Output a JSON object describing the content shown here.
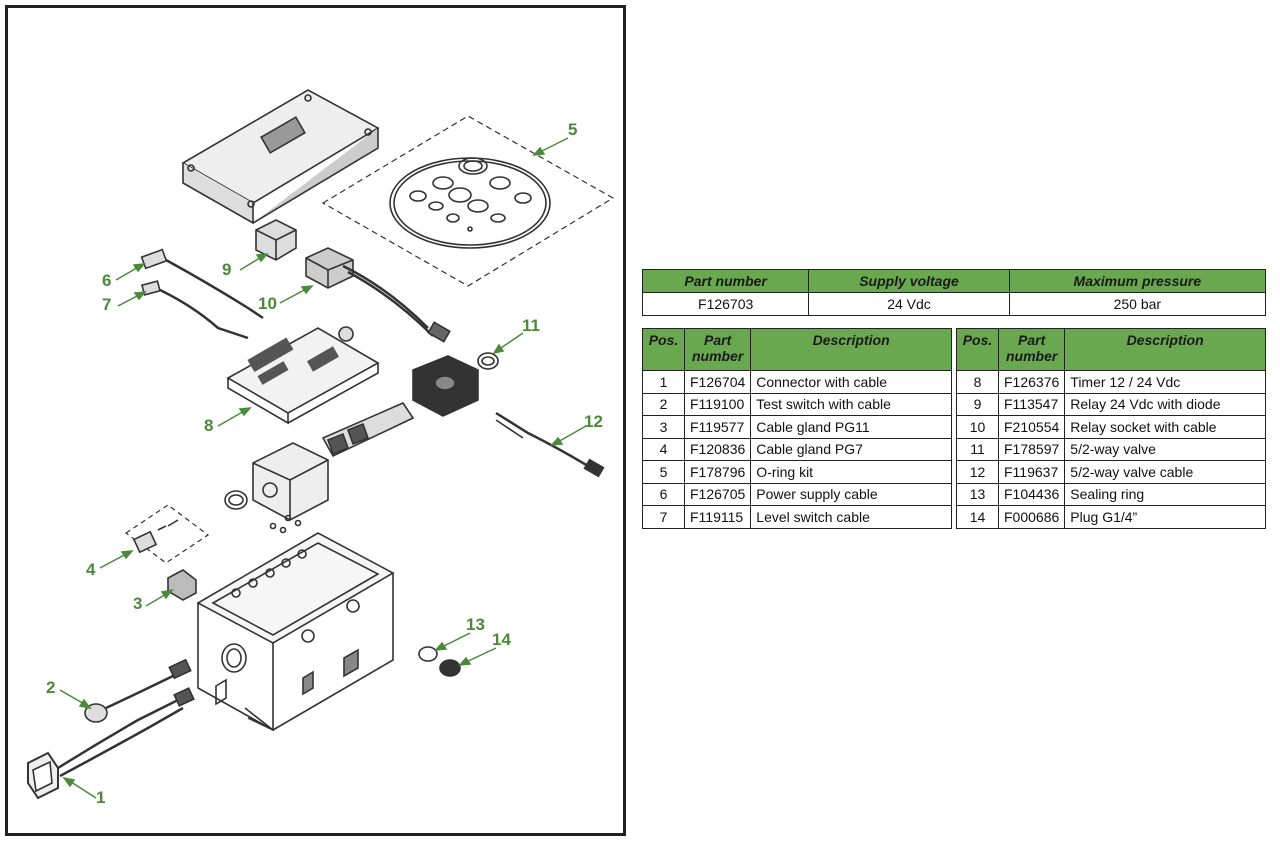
{
  "callouts": [
    "1",
    "2",
    "3",
    "4",
    "5",
    "6",
    "7",
    "8",
    "9",
    "10",
    "11",
    "12",
    "13",
    "14"
  ],
  "spec_table": {
    "headers": [
      "Part number",
      "Supply voltage",
      "Maximum pressure"
    ],
    "row": [
      "F126703",
      "24 Vdc",
      "250 bar"
    ]
  },
  "parts_table": {
    "headers": [
      "Pos.",
      "Part number",
      "Description"
    ],
    "left": [
      [
        "1",
        "F126704",
        "Connector with cable"
      ],
      [
        "2",
        "F119100",
        "Test switch with cable"
      ],
      [
        "3",
        "F119577",
        "Cable gland PG11"
      ],
      [
        "4",
        "F120836",
        "Cable gland PG7"
      ],
      [
        "5",
        "F178796",
        "O-ring kit"
      ],
      [
        "6",
        "F126705",
        "Power supply cable"
      ],
      [
        "7",
        "F119115",
        "Level switch cable"
      ]
    ],
    "right": [
      [
        "8",
        "F126376",
        "Timer 12 / 24 Vdc"
      ],
      [
        "9",
        "F113547",
        "Relay 24 Vdc with diode"
      ],
      [
        "10",
        "F210554",
        "Relay socket with cable"
      ],
      [
        "11",
        "F178597",
        "5/2-way valve"
      ],
      [
        "12",
        "F119637",
        "5/2-way valve cable"
      ],
      [
        "13",
        "F104436",
        "Sealing ring"
      ],
      [
        "14",
        "F000686",
        "Plug G1/4”"
      ]
    ]
  },
  "colors": {
    "header_green": "#6aa84f",
    "callout_green": "#4a8a3a"
  }
}
